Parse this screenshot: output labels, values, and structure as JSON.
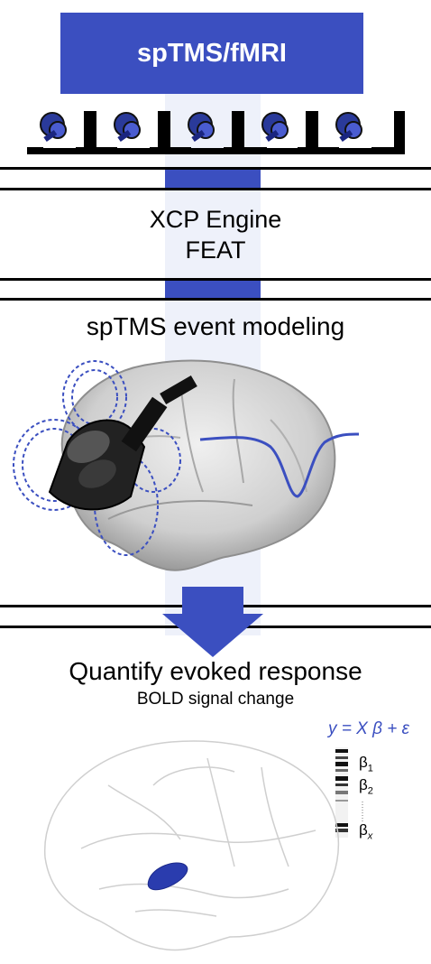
{
  "header": {
    "title": "spTMS/fMRI"
  },
  "pipeline": {
    "step1_line1": "XCP Engine",
    "step1_line2": "FEAT"
  },
  "modeling": {
    "title": "spTMS event modeling"
  },
  "quantify": {
    "title": "Quantify evoked response",
    "subtitle": "BOLD signal change"
  },
  "equation": {
    "lhs": "y",
    "rhs": "= X β + ε",
    "betas": [
      {
        "symbol": "β",
        "sub": "1"
      },
      {
        "symbol": "β",
        "sub": "2"
      },
      {
        "symbol": "β",
        "sub": "x"
      }
    ]
  },
  "colors": {
    "accent": "#3b4fc0",
    "brain": "#d9d9d9",
    "coil": "#1e1e1e"
  },
  "icons": [
    "tms-coil-icon",
    "brain-icon",
    "hrf-curve-icon",
    "design-matrix-icon",
    "down-arrow-icon"
  ]
}
